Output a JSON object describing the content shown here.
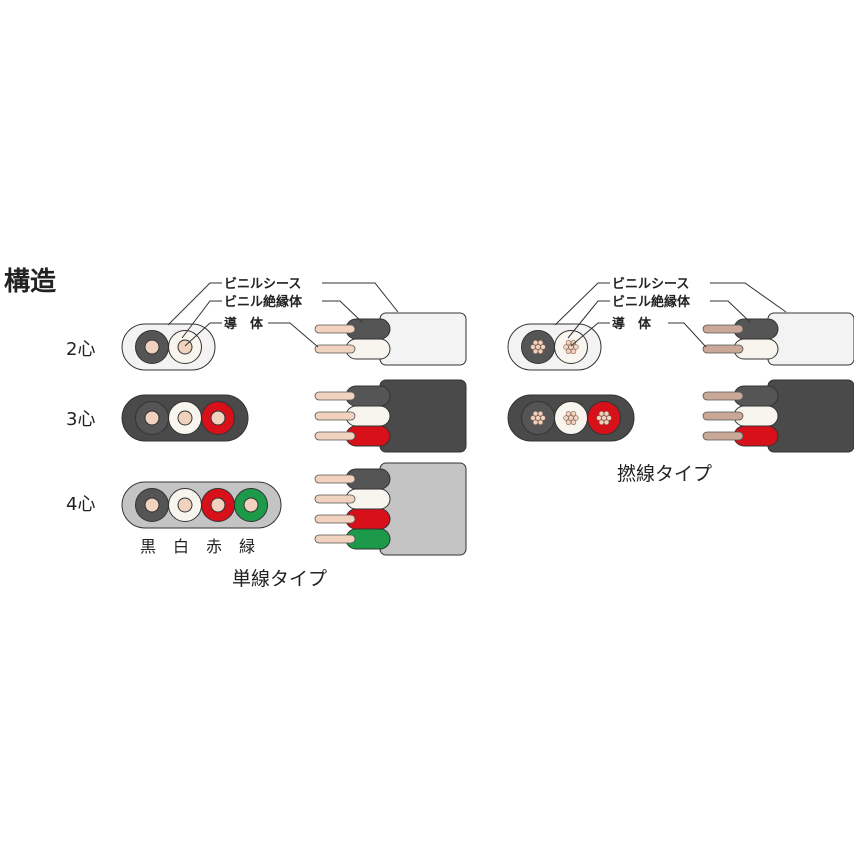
{
  "title": "構造",
  "callouts": {
    "sheath": "ビニルシース",
    "insulation": "ビニル絶縁体",
    "conductor": "導　体"
  },
  "cores": [
    "2心",
    "3心",
    "4心"
  ],
  "colors": {
    "labels": [
      "黒",
      "白",
      "赤",
      "緑"
    ],
    "hex": [
      "#555555",
      "#f7f5ee",
      "#d7101a",
      "#1c9a4a"
    ]
  },
  "solid_type": "単線タイプ",
  "stranded_type": "撚線タイプ",
  "sheath_colors": {
    "2": "#f3f3f3",
    "3": "#4a4a4a",
    "4": "#c4c4c4"
  }
}
